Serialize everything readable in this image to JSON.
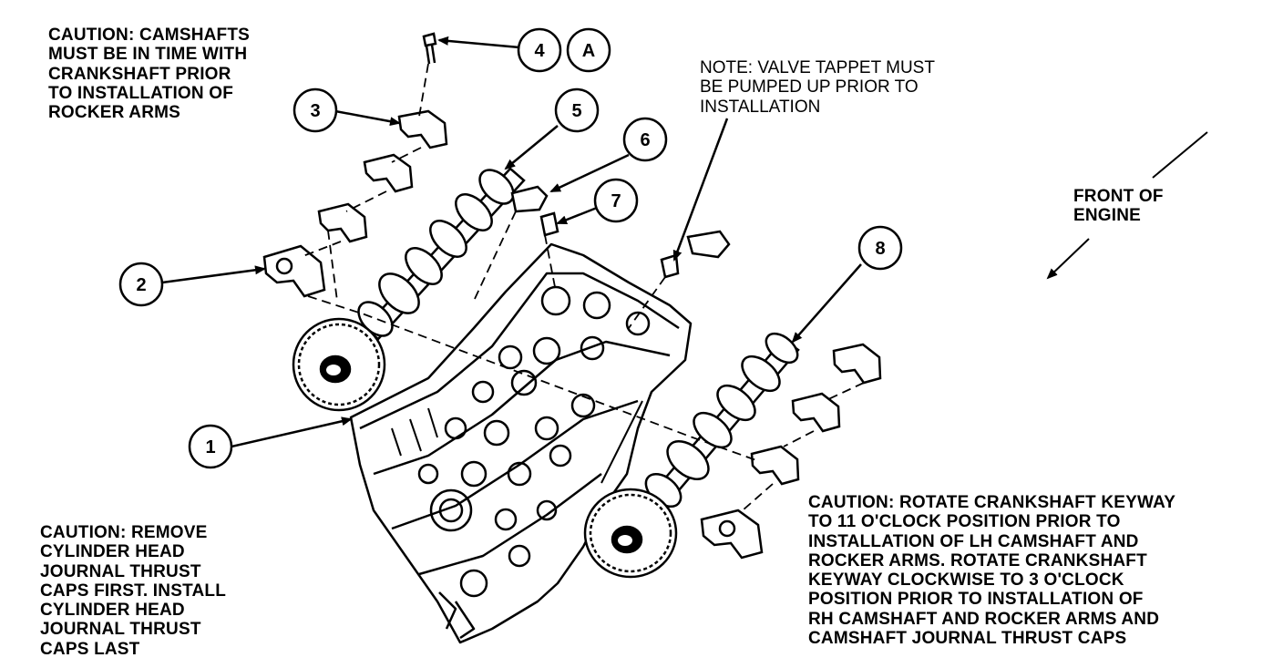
{
  "notes": {
    "caution_top": "CAUTION: CAMSHAFTS\nMUST BE IN TIME WITH\nCRANKSHAFT PRIOR\nTO INSTALLATION OF\nROCKER ARMS",
    "note_tappet": "NOTE: VALVE TAPPET MUST\nBE PUMPED UP PRIOR TO\nINSTALLATION",
    "front_of_engine": "FRONT OF\nENGINE",
    "caution_right": "CAUTION: ROTATE CRANKSHAFT KEYWAY\nTO 11 O'CLOCK POSITION PRIOR TO\nINSTALLATION OF LH CAMSHAFT AND\nROCKER ARMS. ROTATE CRANKSHAFT\nKEYWAY CLOCKWISE TO 3 O'CLOCK\nPOSITION PRIOR TO INSTALLATION OF\nRH CAMSHAFT AND ROCKER ARMS AND\nCAMSHAFT JOURNAL THRUST CAPS",
    "caution_left": "CAUTION: REMOVE\nCYLINDER HEAD\nJOURNAL THRUST\nCAPS FIRST. INSTALL\nCYLINDER HEAD\nJOURNAL THRUST\nCAPS LAST"
  },
  "callouts": {
    "c1": "1",
    "c2": "2",
    "c3": "3",
    "c4": "4",
    "cA": "A",
    "c5": "5",
    "c6": "6",
    "c7": "7",
    "c8": "8"
  },
  "colors": {
    "ink": "#000000",
    "paper": "#ffffff"
  }
}
